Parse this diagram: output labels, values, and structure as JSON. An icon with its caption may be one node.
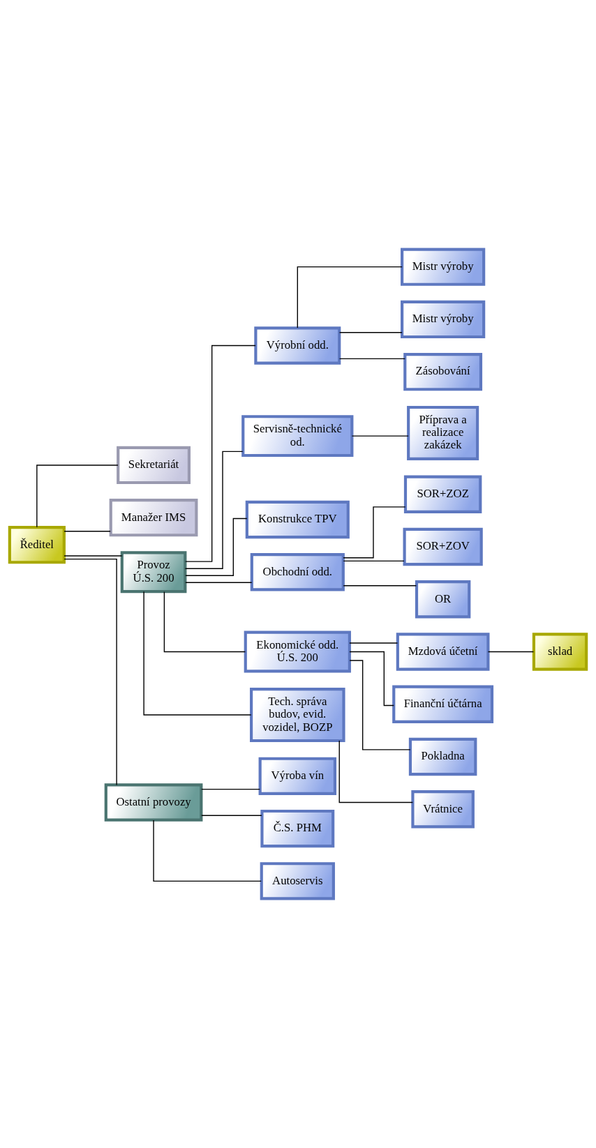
{
  "diagram": {
    "nodes": [
      {
        "text": [
          "Ředitel"
        ]
      },
      {
        "text": [
          "Sekretariát"
        ]
      },
      {
        "text": [
          "Manažer IMS"
        ]
      },
      {
        "text": [
          "Provoz",
          "Ú.S. 200"
        ]
      },
      {
        "text": [
          "Ostatní provozy"
        ]
      },
      {
        "text": [
          "Výroba vín"
        ]
      },
      {
        "text": [
          "Č.S. PHM"
        ]
      },
      {
        "text": [
          "Autoservis"
        ]
      },
      {
        "text": [
          "Výrobní odd."
        ]
      },
      {
        "text": [
          "Mistr výroby"
        ]
      },
      {
        "text": [
          "Mistr výroby"
        ]
      },
      {
        "text": [
          "Zásobování"
        ]
      },
      {
        "text": [
          "Servisně-technické od."
        ]
      },
      {
        "text": [
          "Příprava a realizace zakázek"
        ]
      },
      {
        "text": [
          "Konstrukce TPV"
        ]
      },
      {
        "text": [
          "Obchodní odd."
        ]
      },
      {
        "text": [
          "SOR+ZOZ"
        ]
      },
      {
        "text": [
          "SOR+ZOV"
        ]
      },
      {
        "text": [
          "OR"
        ]
      },
      {
        "text": [
          "Ekonomické odd. Ú.S. 200"
        ]
      },
      {
        "text": [
          "Mzdová účetní"
        ]
      },
      {
        "text": [
          "sklad"
        ]
      },
      {
        "text": [
          "Finanční účtárna"
        ]
      },
      {
        "text": [
          "Pokladna"
        ]
      },
      {
        "text": [
          "Tech. správa budov, evid. vozidel, BOZP"
        ]
      },
      {
        "text": [
          "Vrátnice"
        ]
      }
    ],
    "edges": [
      {
        "from": 0,
        "to": 1,
        "arrow": "none"
      },
      {
        "from": 0,
        "to": 2,
        "arrow": "none"
      },
      {
        "from": 0,
        "to": 3,
        "arrow": "none"
      },
      {
        "from": 0,
        "to": 4,
        "arrow": "none"
      },
      {
        "from": 4,
        "to": 5,
        "arrow": "none"
      },
      {
        "from": 4,
        "to": 6,
        "arrow": "none"
      },
      {
        "from": 4,
        "to": 7,
        "arrow": "none"
      },
      {
        "from": 3,
        "to": 8,
        "arrow": "none"
      },
      {
        "from": 3,
        "to": 12,
        "arrow": "none"
      },
      {
        "from": 3,
        "to": 14,
        "arrow": "none"
      },
      {
        "from": 3,
        "to": 15,
        "arrow": "none"
      },
      {
        "from": 3,
        "to": 19,
        "arrow": "none"
      },
      {
        "from": 3,
        "to": 24,
        "arrow": "none"
      },
      {
        "from": 8,
        "to": 9,
        "arrow": "none"
      },
      {
        "from": 8,
        "to": 10,
        "arrow": "none"
      },
      {
        "from": 8,
        "to": 11,
        "arrow": "none"
      },
      {
        "from": 12,
        "to": 13,
        "arrow": "none"
      },
      {
        "from": 15,
        "to": 16,
        "arrow": "none"
      },
      {
        "from": 15,
        "to": 17,
        "arrow": "none"
      },
      {
        "from": 15,
        "to": 18,
        "arrow": "none"
      },
      {
        "from": 19,
        "to": 20,
        "arrow": "none"
      },
      {
        "from": 19,
        "to": 22,
        "arrow": "none"
      },
      {
        "from": 19,
        "to": 23,
        "arrow": "none"
      },
      {
        "from": 20,
        "to": 21,
        "arrow": "none"
      },
      {
        "from": 24,
        "to": 25,
        "arrow": "none"
      }
    ]
  }
}
